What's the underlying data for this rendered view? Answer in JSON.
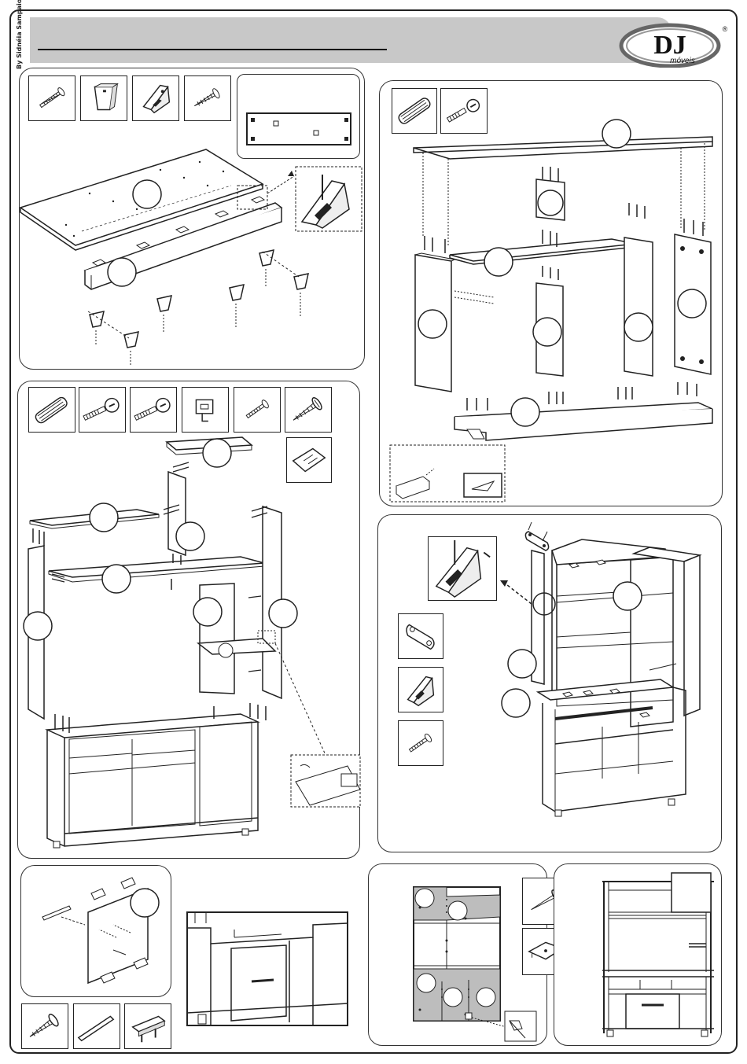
{
  "document": {
    "credit": "By Sidnéia Sampaio",
    "brand": {
      "name": "DJ",
      "subtitle": "móveis",
      "registered": "®"
    }
  },
  "steps": [
    {
      "id": "step-1",
      "hardware": [
        "screw-icon",
        "foot-icon",
        "bracket-icon",
        "wood-screw-icon"
      ]
    },
    {
      "id": "step-2",
      "hardware": [
        "dowel-icon",
        "cam-bolt-icon"
      ]
    },
    {
      "id": "step-3",
      "hardware": [
        "dowel-icon",
        "cam-bolt-icon",
        "cam-bolt-icon",
        "shelf-support-icon",
        "screw-icon",
        "long-screw-icon",
        "glass-shelf-icon"
      ]
    },
    {
      "id": "step-4",
      "hardware": [
        "connector-plate-icon",
        "bracket-icon",
        "screw-icon"
      ]
    },
    {
      "id": "step-5",
      "hardware": [
        "long-screw-icon",
        "handle-icon",
        "hinge-icon"
      ]
    },
    {
      "id": "step-6",
      "hardware": [
        "nail-icon",
        "fixing-plate-icon",
        "hammer-icon"
      ]
    },
    {
      "id": "step-7",
      "hardware": []
    }
  ],
  "colors": {
    "line": "#222222",
    "header": "#c8c8c8",
    "back_panel": "#bdbdbd"
  }
}
